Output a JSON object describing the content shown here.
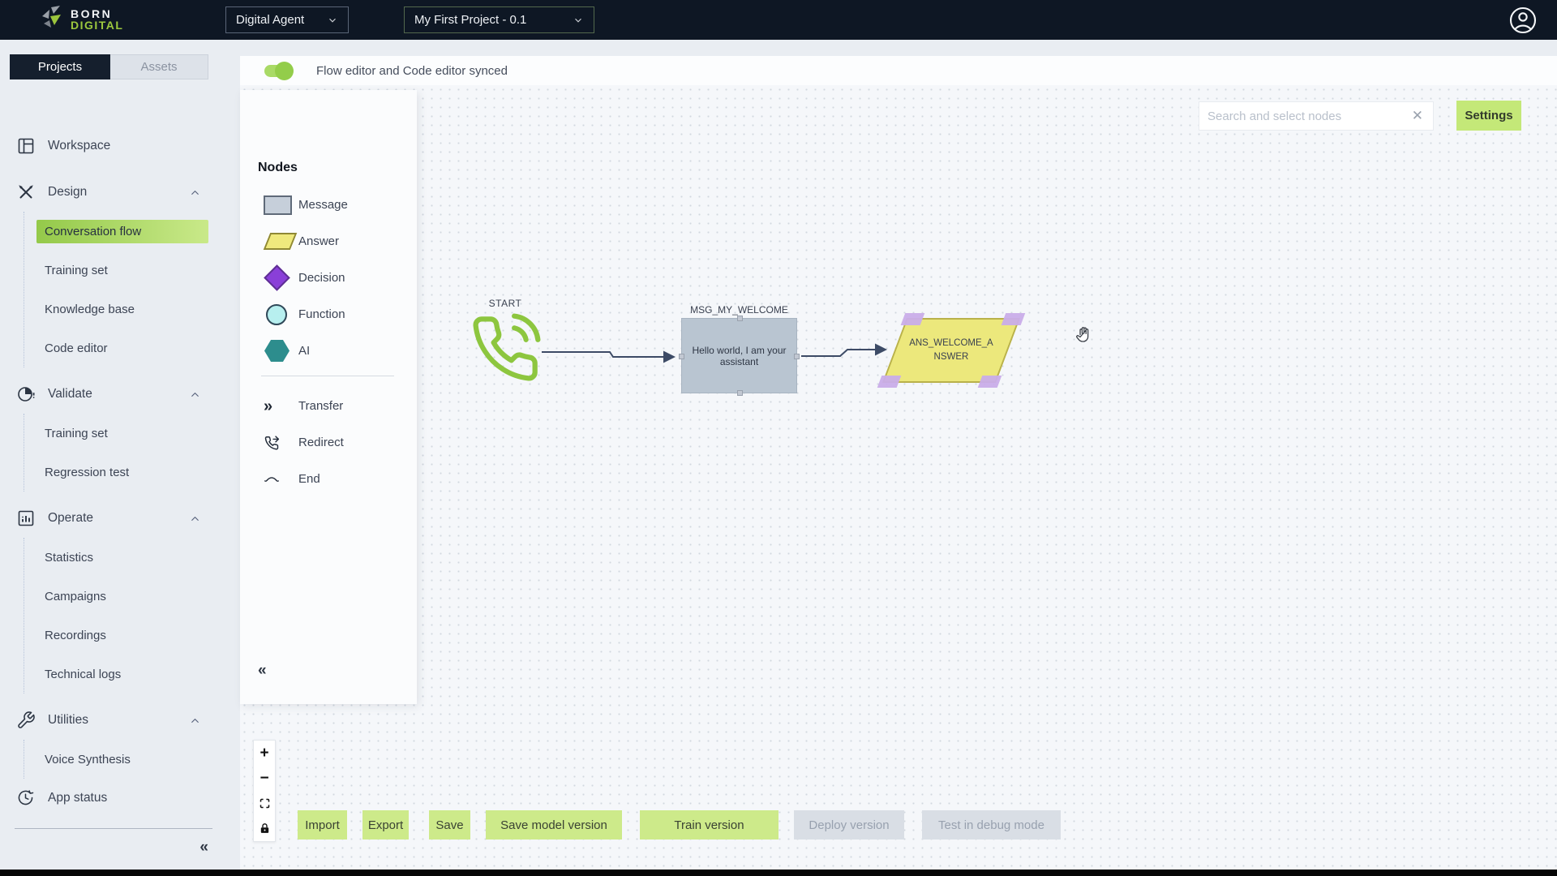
{
  "header": {
    "logo_line1": "BORN",
    "logo_line2": "DIGITAL",
    "agent_selector": "Digital Agent",
    "project_selector": "My First Project - 0.1"
  },
  "sidebar": {
    "tabs": {
      "projects": "Projects",
      "assets": "Assets"
    },
    "menu": [
      {
        "type": "parent",
        "label": "Workspace",
        "icon": "workspace-icon",
        "chevron": false
      },
      {
        "type": "parent",
        "label": "Design",
        "icon": "design-icon",
        "chevron": true
      },
      {
        "type": "child",
        "label": "Conversation flow",
        "active": true
      },
      {
        "type": "child",
        "label": "Training set"
      },
      {
        "type": "child",
        "label": "Knowledge base"
      },
      {
        "type": "child",
        "label": "Code editor"
      },
      {
        "type": "parent",
        "label": "Validate",
        "icon": "validate-icon",
        "chevron": true
      },
      {
        "type": "child",
        "label": "Training set"
      },
      {
        "type": "child",
        "label": "Regression test"
      },
      {
        "type": "parent",
        "label": "Operate",
        "icon": "operate-icon",
        "chevron": true
      },
      {
        "type": "child",
        "label": "Statistics"
      },
      {
        "type": "child",
        "label": "Campaigns"
      },
      {
        "type": "child",
        "label": "Recordings"
      },
      {
        "type": "child",
        "label": "Technical logs"
      },
      {
        "type": "parent",
        "label": "Utilities",
        "icon": "utilities-icon",
        "chevron": true
      },
      {
        "type": "child",
        "label": "Voice Synthesis"
      }
    ],
    "app_status": "App status"
  },
  "sync_bar": {
    "label": "Flow editor and Code editor synced",
    "state": "on"
  },
  "flow_editor": {
    "search": {
      "placeholder": "Search and select nodes"
    },
    "settings_button": "Settings",
    "nodes_panel": {
      "title": "Nodes",
      "shapes": [
        {
          "label": "Message",
          "shape": "rectangle",
          "color": "#c6cfda"
        },
        {
          "label": "Answer",
          "shape": "parallelogram",
          "color": "#efe97d"
        },
        {
          "label": "Decision",
          "shape": "diamond",
          "color": "#8a3fd8"
        },
        {
          "label": "Function",
          "shape": "circle",
          "color": "#b7efef"
        },
        {
          "label": "AI",
          "shape": "hexagon",
          "color": "#2d8d8d"
        }
      ],
      "actions": [
        {
          "label": "Transfer",
          "icon": "transfer-icon"
        },
        {
          "label": "Redirect",
          "icon": "redirect-icon"
        },
        {
          "label": "End",
          "icon": "end-icon"
        }
      ]
    },
    "graph": {
      "start": {
        "label": "START"
      },
      "message_node": {
        "id": "MSG_MY_WELCOME",
        "text": "Hello world, I am your assistant",
        "type": "message"
      },
      "answer_node": {
        "id": "ANS_WELCOME_ANSWER",
        "type": "answer",
        "selected": true
      }
    },
    "toolbar": [
      {
        "label": "Import",
        "enabled": true
      },
      {
        "label": "Export",
        "enabled": true
      },
      {
        "label": "Save",
        "enabled": true
      },
      {
        "label": "Save model version",
        "enabled": true
      },
      {
        "label": "Train version",
        "enabled": true
      },
      {
        "label": "Deploy version",
        "enabled": false
      },
      {
        "label": "Test in debug mode",
        "enabled": false
      }
    ],
    "colors": {
      "accent_green": "#a4d65e",
      "button_green": "#cdea8a",
      "disabled_gray": "#d9dee5",
      "node_arrow": "#3d4b66"
    }
  }
}
